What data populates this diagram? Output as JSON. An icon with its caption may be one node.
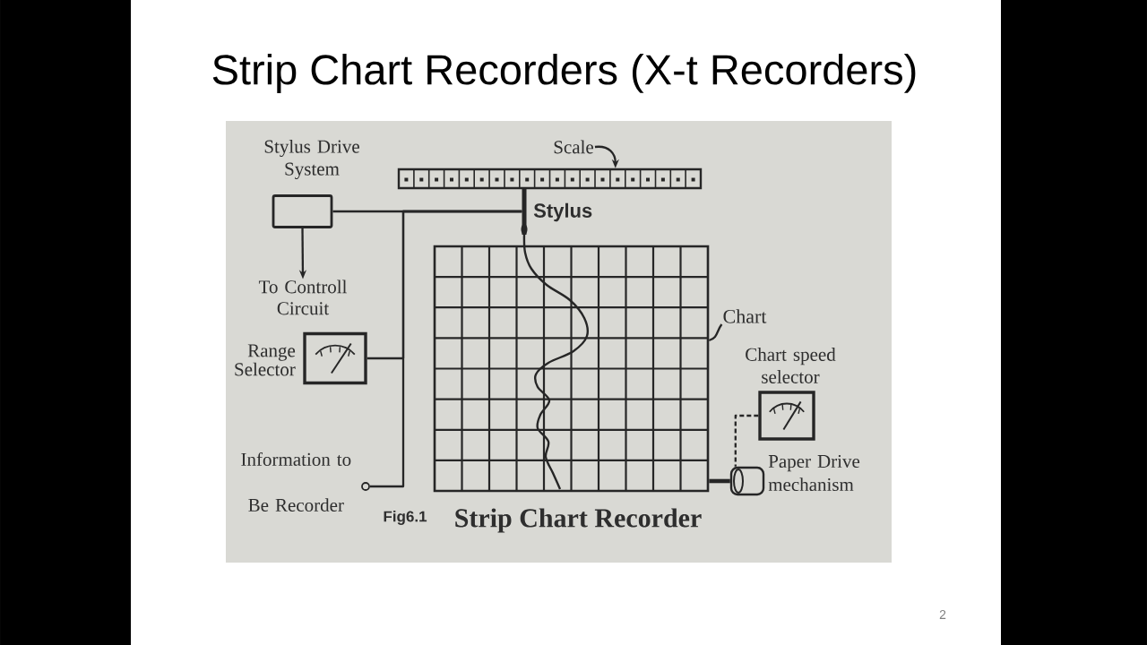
{
  "diagram": {
    "title": "Strip Chart Recorders (X-t Recorders)",
    "caption": "Strip Chart Recorder",
    "nodes": [
      {
        "text": [
          "Stylus Drive System"
        ]
      },
      {
        "text": [
          "Scale"
        ]
      },
      {
        "text": [],
        "shape": "bar"
      },
      {
        "text": [
          "Stylus"
        ]
      },
      {
        "text": [
          "To Controll Circuit"
        ]
      },
      {
        "text": [
          "Range Selector"
        ]
      },
      {
        "text": [
          "Chart"
        ]
      },
      {
        "text": [],
        "shape": "box"
      },
      {
        "text": [
          "Chart speed selector"
        ]
      },
      {
        "text": [
          "Paper Drive mechanism"
        ]
      },
      {
        "text": [],
        "shape": "circle",
        "beside": [
          "Information to Be Recorder"
        ]
      }
    ],
    "edges": [
      {
        "from": 0,
        "to": 4,
        "arrow": "to"
      },
      {
        "from": 0,
        "to": 3,
        "arrow": "none"
      },
      {
        "from": 1,
        "to": 2,
        "arrow": "to"
      },
      {
        "from": 10,
        "to": 3,
        "arrow": "none"
      },
      {
        "from": 5,
        "to": 3,
        "arrow": "none"
      },
      {
        "from": 6,
        "to": 7,
        "arrow": "none"
      },
      {
        "from": 9,
        "to": 7,
        "arrow": "none",
        "style": "thick"
      },
      {
        "from": 8,
        "to": 9,
        "arrow": "none",
        "style": "dashed"
      }
    ],
    "labels": [
      "Fig6.1",
      "2"
    ]
  }
}
